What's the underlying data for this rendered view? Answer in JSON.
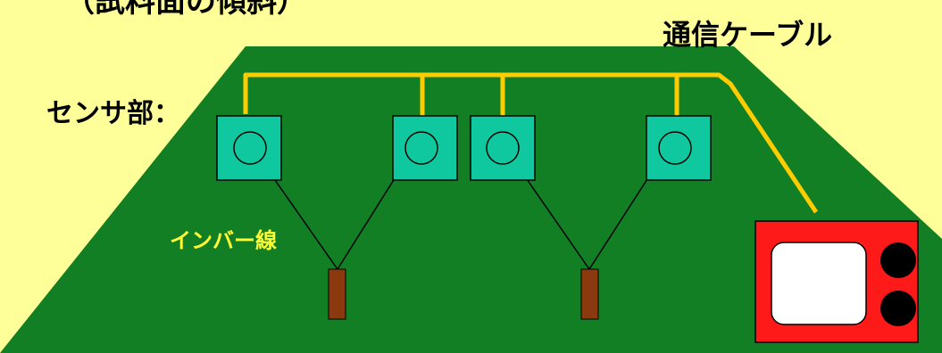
{
  "header": {
    "title": "（試料面の傾斜）"
  },
  "labels": {
    "cable": "通信ケーブル",
    "sensor": "センサ部：",
    "wire": "インバー線"
  },
  "colors": {
    "background": "#ffff99",
    "ground": "#137f24",
    "cable": "#ffcc00",
    "sensor_box": "#10c8a0",
    "anchor_post": "#8b3a10",
    "monitor_body": "#ff1a1a",
    "wire_label": "#ffff33"
  },
  "sensors": [
    {
      "name": "sensor-1"
    },
    {
      "name": "sensor-2"
    },
    {
      "name": "sensor-3"
    },
    {
      "name": "sensor-4"
    }
  ],
  "anchors": [
    {
      "name": "anchor-post-1"
    },
    {
      "name": "anchor-post-2"
    }
  ],
  "monitor": {
    "name": "monitor-device"
  }
}
